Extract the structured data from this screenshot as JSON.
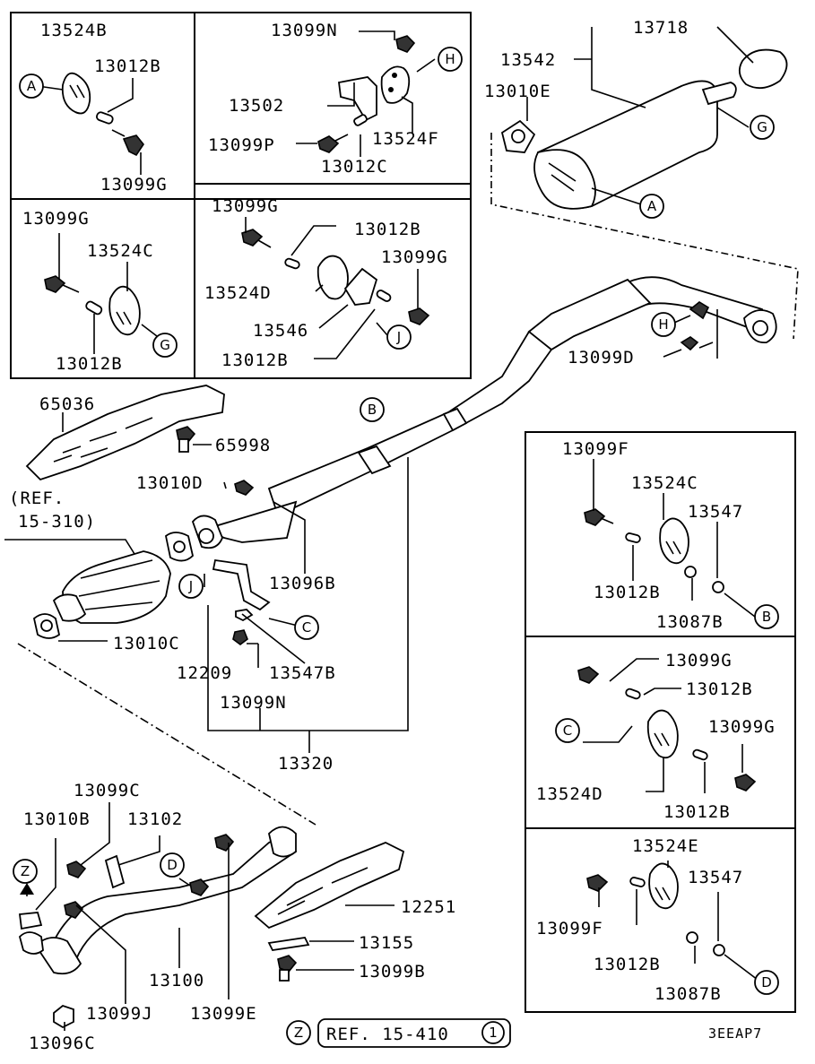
{
  "diagram_code": "3EEAP7",
  "reference_note": {
    "z": "Z",
    "text": "REF. 15-410",
    "num": "1"
  },
  "ref_note_2": {
    "line1": "(REF.",
    "line2": "15-310)"
  },
  "callouts": {
    "A": "A",
    "B": "B",
    "C": "C",
    "D": "D",
    "G": "G",
    "H": "H",
    "J": "J",
    "Z": "Z"
  },
  "labels": {
    "p13524B": "13524B",
    "p13012B_a": "13012B",
    "p13099G_a": "13099G",
    "p13099N_a": "13099N",
    "p13502": "13502",
    "p13524F": "13524F",
    "p13099P": "13099P",
    "p13012C": "13012C",
    "p13099G_b": "13099G",
    "p13524C_a": "13524C",
    "p13012B_b": "13012B",
    "p13099G_c": "13099G",
    "p13012B_c": "13012B",
    "p13524D_a": "13524D",
    "p13099G_d": "13099G",
    "p13546": "13546",
    "p13012B_d": "13012B",
    "p13718": "13718",
    "p13542": "13542",
    "p13010E": "13010E",
    "p13099D": "13099D",
    "p65036": "65036",
    "p65998": "65998",
    "p13010D": "13010D",
    "p13096B": "13096B",
    "p13010C": "13010C",
    "p12209": "12209",
    "p13547B": "13547B",
    "p13099N_b": "13099N",
    "p13320": "13320",
    "p13099F_a": "13099F",
    "p13524C_b": "13524C",
    "p13547_a": "13547",
    "p13012B_e": "13012B",
    "p13087B_a": "13087B",
    "p13099G_e": "13099G",
    "p13012B_f": "13012B",
    "p13099G_f": "13099G",
    "p13524D_b": "13524D",
    "p13012B_g": "13012B",
    "p13524E": "13524E",
    "p13547_b": "13547",
    "p13099F_b": "13099F",
    "p13012B_h": "13012B",
    "p13087B_b": "13087B",
    "p13099C": "13099C",
    "p13010B": "13010B",
    "p13102": "13102",
    "p12251": "12251",
    "p13155": "13155",
    "p13099B": "13099B",
    "p13100": "13100",
    "p13099J": "13099J",
    "p13099E": "13099E",
    "p13096C": "13096C"
  }
}
